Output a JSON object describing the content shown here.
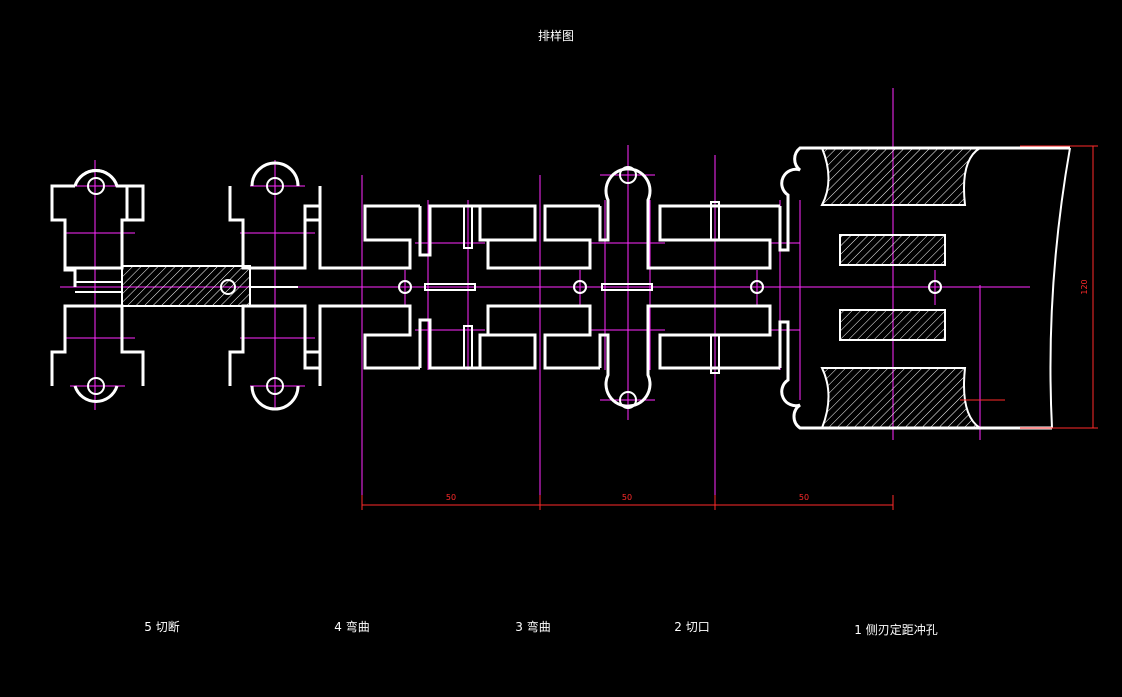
{
  "drawing": {
    "title": "排样图",
    "stations": [
      {
        "label": "5 切断"
      },
      {
        "label": "4 弯曲"
      },
      {
        "label": "3 弯曲"
      },
      {
        "label": "2 切口"
      },
      {
        "label": "1 侧刃定距冲孔"
      }
    ],
    "dimensions": [
      {
        "value": "50"
      },
      {
        "value": "50"
      },
      {
        "value": "50"
      }
    ],
    "width_dimension": "120",
    "colors": {
      "background": "#000000",
      "outline": "#ffffff",
      "centerline": "#ff2aff",
      "dimension": "#ff2a2a"
    }
  }
}
